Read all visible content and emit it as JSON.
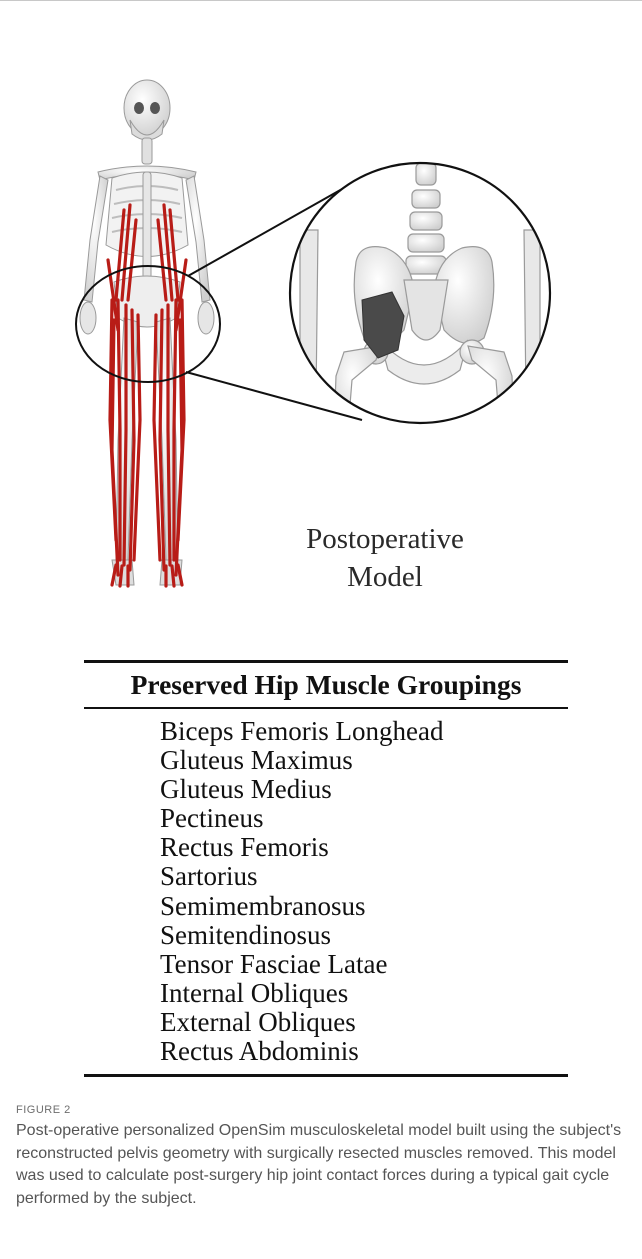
{
  "figure": {
    "model_label_line1": "Postoperative",
    "model_label_line2": "Model",
    "table_title": "Preserved Hip Muscle Groupings",
    "muscles": [
      "Biceps Femoris Longhead",
      "Gluteus Maximus",
      "Gluteus Medius",
      "Pectineus",
      "Rectus Femoris",
      "Sartorius",
      "Semimembranosus",
      "Semitendinosus",
      "Tensor Fasciae Latae",
      "Internal Obliques",
      "External Obliques",
      "Rectus Abdominis"
    ],
    "colors": {
      "muscle": "#b81c17",
      "resected_region": "#4a4a4a",
      "bone": "#e9e9e9"
    }
  },
  "caption": {
    "label": "FIGURE 2",
    "text": "Post-operative personalized OpenSim musculoskeletal model built using the subject's reconstructed pelvis geometry with surgically resected muscles removed. This model was used to calculate post-surgery hip joint contact forces during a typical gait cycle performed by the subject."
  }
}
